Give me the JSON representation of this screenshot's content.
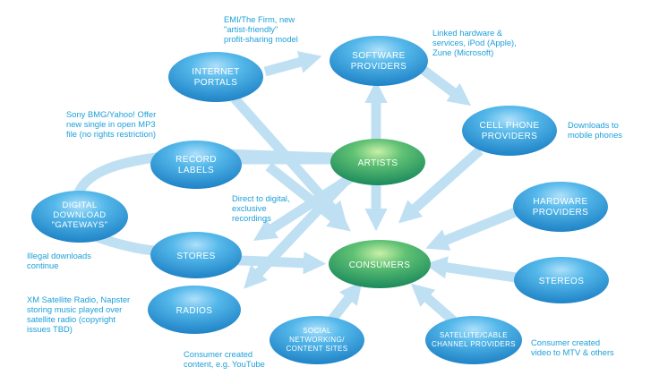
{
  "nodes": {
    "internet_portals": [
      "INTERNET",
      "PORTALS"
    ],
    "software_providers": [
      "SOFTWARE",
      "PROVIDERS"
    ],
    "cell_phone_providers": [
      "CELL PHONE",
      "PROVIDERS"
    ],
    "record_labels": [
      "RECORD",
      "LABELS"
    ],
    "artists": [
      "ARTISTS"
    ],
    "digital_download_gateways": [
      "DIGITAL",
      "DOWNLOAD",
      "\"GATEWAYS\""
    ],
    "hardware_providers": [
      "HARDWARE",
      "PROVIDERS"
    ],
    "stores": [
      "STORES"
    ],
    "consumers": [
      "CONSUMERS"
    ],
    "stereos": [
      "STEREOS"
    ],
    "radios": [
      "RADIOS"
    ],
    "social_networking": [
      "SOCIAL",
      "NETWORKING/",
      "CONTENT SITES"
    ],
    "satellite_cable": [
      "SATELLITE/CABLE",
      "CHANNEL PROVIDERS"
    ]
  },
  "annotations": {
    "emi": "EMI/The Firm, new\n\"artist-friendly\"\nprofit-sharing model",
    "linked_hardware": "Linked hardware &\nservices, iPod (Apple),\nZune (Microsoft)",
    "sony": "Sony BMG/Yahoo! Offer\nnew single in open MP3\nfile (no rights restriction)",
    "downloads_mobile": "Downloads to\nmobile phones",
    "direct_digital": "Direct to digital,\nexclusive\nrecordings",
    "illegal": "Illegal downloads\ncontinue",
    "xm": "XM Satellite Radio, Napster\nstoring music played over\nsatellite radio (copyright\nissues TBD)",
    "consumer_content": "Consumer created\ncontent, e.g. YouTube",
    "consumer_video": "Consumer created\nvideo to MTV & others"
  },
  "colors": {
    "node_blue": "#2f9ad6",
    "node_green": "#3aa66a",
    "arrow": "#bfe0f3",
    "annotation_text": "#1ea0d8"
  }
}
